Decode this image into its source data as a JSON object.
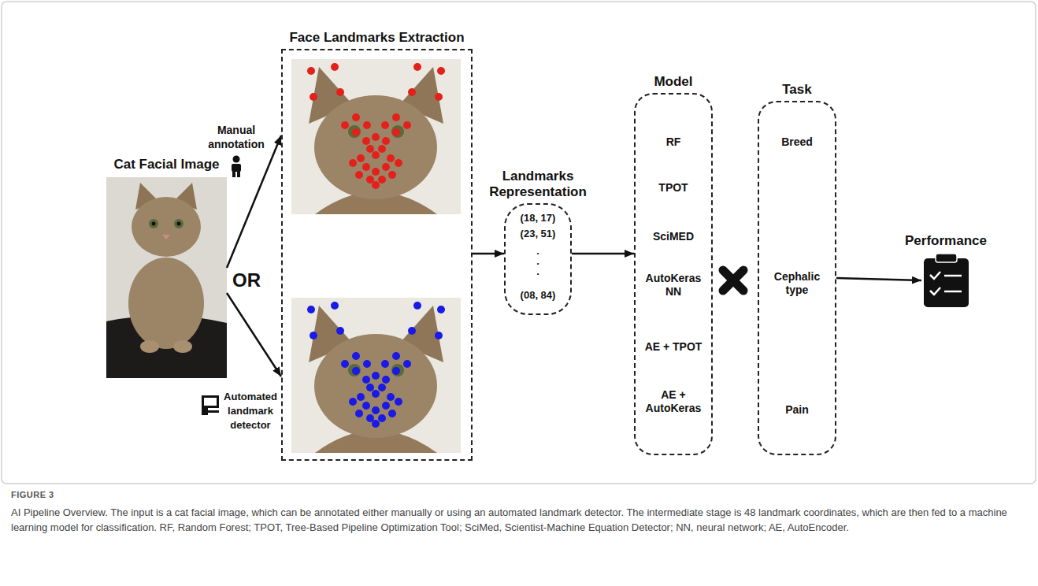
{
  "diagram": {
    "caption": "AI Pipeline Overview. The input is a cat facial image, which can be annotated either manually or using an automated landmark detector. The intermediate stage is 48 landmark coordinates, which are then fed to a machine learning model for classification. RF, Random Forest; TPOT, Tree-Based Pipeline Optimization Tool; SciMed, Scientist-Machine Equation Detector; NN, neural network; AE, AutoEncoder.",
    "nodes": [
      {
        "text": [
          "Cat Facial Image"
        ]
      },
      {
        "text": [
          "Face Landmarks Extraction"
        ]
      },
      {
        "text": [
          "Landmarks Representation",
          "(18, 17)",
          "(23, 51)",
          ".",
          ".",
          ".",
          "(08, 84)"
        ]
      },
      {
        "text": [
          "Model",
          "RF",
          "TPOT",
          "SciMED",
          "AutoKeras NN",
          "AE + TPOT",
          "AE + AutoKeras"
        ]
      },
      {
        "text": [
          "Task",
          "Breed",
          "Cephalic type",
          "Pain"
        ]
      },
      {
        "text": [
          "Performance"
        ]
      }
    ],
    "edges": [
      {
        "from": 0,
        "to": 1,
        "label": "Manual annotation",
        "arrow": "to"
      },
      {
        "from": 0,
        "to": 1,
        "label": "Automated landmark detector",
        "arrow": "to"
      },
      {
        "from": 1,
        "to": 2,
        "arrow": "to"
      },
      {
        "from": 2,
        "to": 3,
        "arrow": "to"
      },
      {
        "from": 4,
        "to": 5,
        "arrow": "to"
      }
    ],
    "labels": [
      "OR",
      "FIGURE 3"
    ]
  }
}
